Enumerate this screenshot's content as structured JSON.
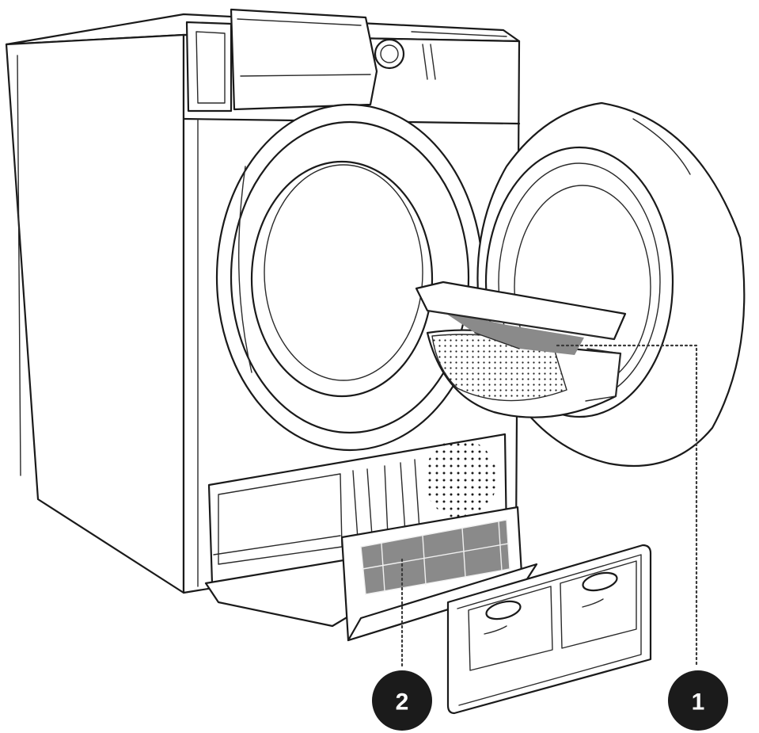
{
  "callouts": [
    {
      "number": "1",
      "part": "door-filter"
    },
    {
      "number": "2",
      "part": "base-filter"
    }
  ],
  "colors": {
    "line": "#1a1a1a",
    "callout_fill": "#1b1b1b",
    "callout_text": "#ffffff",
    "mesh": "#8a8a8a"
  }
}
